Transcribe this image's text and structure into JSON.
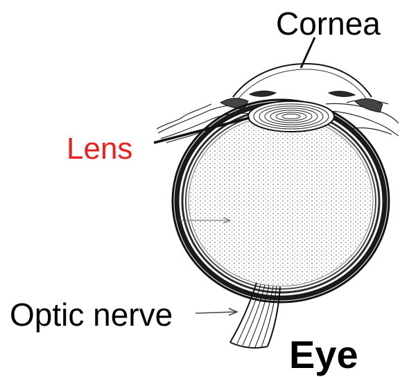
{
  "labels": {
    "cornea": "Cornea",
    "lens": "Lens",
    "optic_nerve": "Optic nerve"
  },
  "title": "Eye",
  "colors": {
    "lens_label": "#e8211f",
    "text": "#000000",
    "line": "#111111"
  }
}
